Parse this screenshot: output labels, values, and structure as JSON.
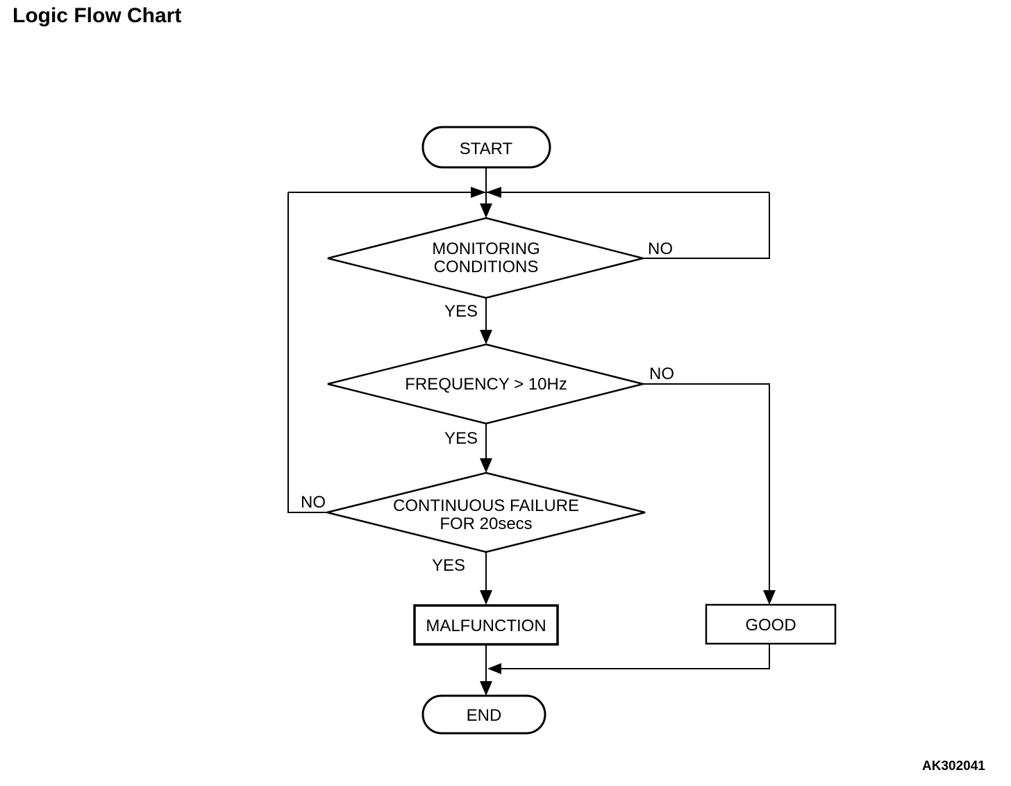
{
  "page": {
    "title": "Logic Flow Chart",
    "figure_code": "AK302041"
  },
  "flowchart": {
    "start_label": "START",
    "end_label": "END",
    "decision_monitoring": {
      "line1": "MONITORING",
      "line2": "CONDITIONS",
      "yes_label": "YES",
      "no_label": "NO"
    },
    "decision_frequency": {
      "line1": "FREQUENCY > 10Hz",
      "yes_label": "YES",
      "no_label": "NO"
    },
    "decision_continuous_failure": {
      "line1": "CONTINUOUS FAILURE",
      "line2": "FOR 20secs",
      "yes_label": "YES",
      "no_label": "NO"
    },
    "outcome_malfunction_label": "MALFUNCTION",
    "outcome_good_label": "GOOD"
  }
}
